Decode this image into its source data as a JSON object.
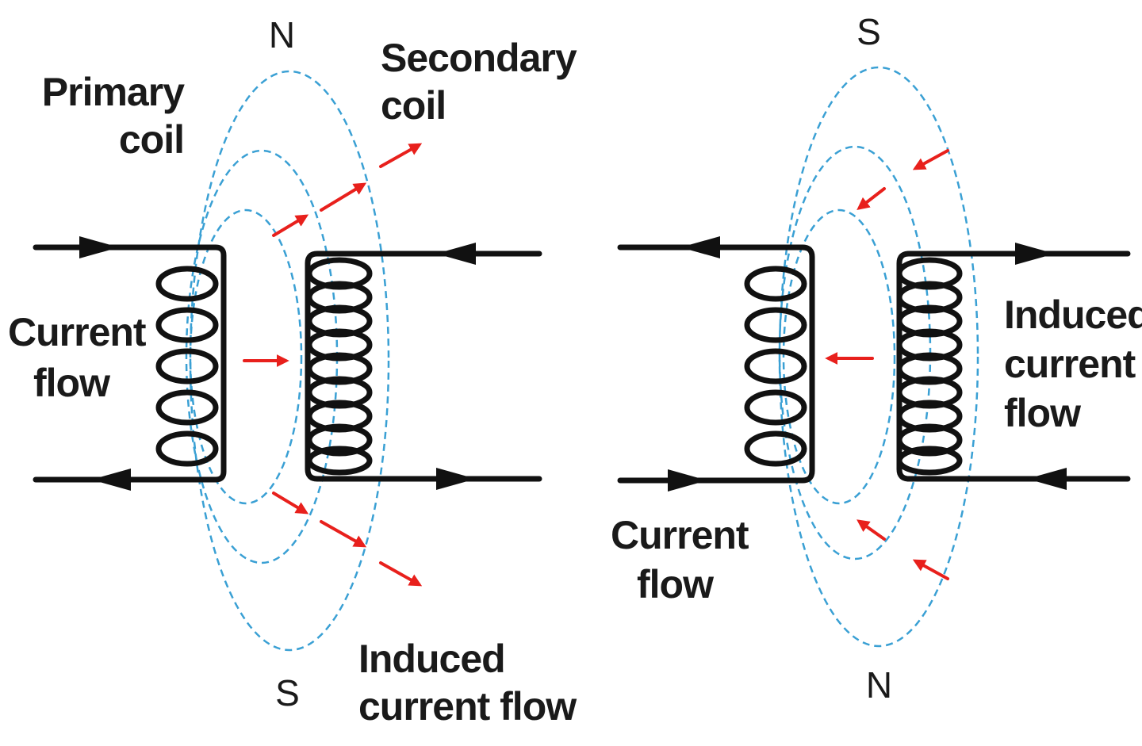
{
  "colors": {
    "field_line": "#3aa0d4",
    "flux_arrow": "#e8201c",
    "wire": "#111111",
    "background": "#ffffff"
  },
  "left_panel": {
    "pole_top": "N",
    "pole_bottom": "S",
    "primary_label": [
      "Primary",
      "coil"
    ],
    "secondary_label": [
      "Secondary",
      "coil"
    ],
    "current_label": [
      "Current",
      "flow"
    ],
    "induced_label": [
      "Induced",
      "current flow"
    ]
  },
  "right_panel": {
    "pole_top": "S",
    "pole_bottom": "N",
    "current_label": [
      "Current",
      "flow"
    ],
    "induced_label": [
      "Induced",
      "current",
      "flow"
    ]
  }
}
